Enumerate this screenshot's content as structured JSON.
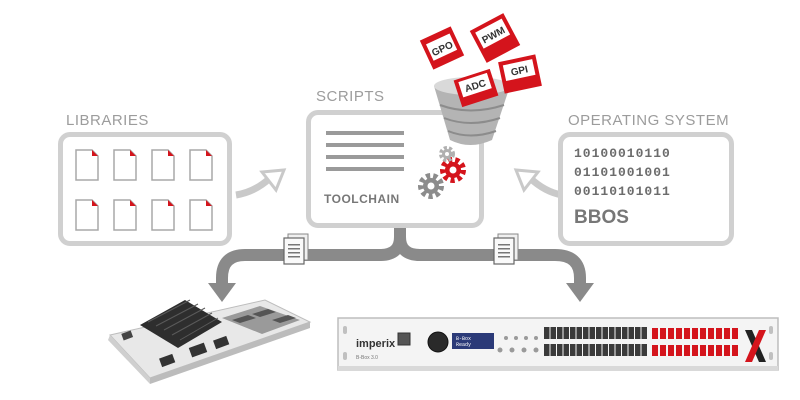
{
  "libraries": {
    "title": "LIBRARIES"
  },
  "scripts": {
    "title": "SCRIPTS",
    "toolchain_label": "TOOLCHAIN"
  },
  "os": {
    "title": "OPERATING SYSTEM",
    "binary_lines": [
      "10100010110",
      "01101001001",
      "00110101011"
    ],
    "name": "BBOS"
  },
  "tags": [
    "GPO",
    "PWM",
    "ADC",
    "GPI"
  ],
  "device": {
    "brand": "imperix",
    "model": "B-Box 3.0",
    "screen_lines": [
      "B-Box",
      "Ready"
    ]
  },
  "colors": {
    "accent": "#d4141c",
    "box_border": "#d0d0d0",
    "arrow": "#8a8a8a"
  }
}
